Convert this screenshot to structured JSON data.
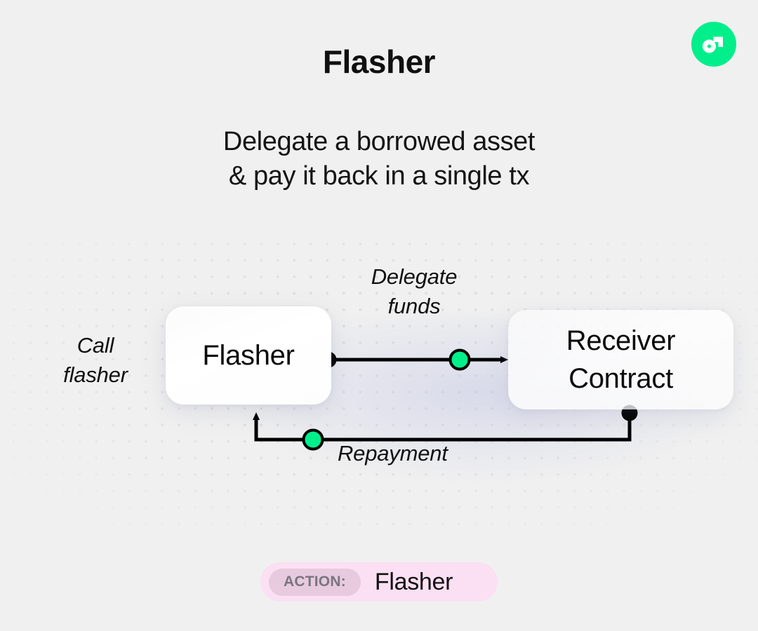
{
  "brand": {
    "logo_icon": "flow-logo-icon",
    "logo_color": "#00ef8b",
    "logo_mark_color": "#ffffff"
  },
  "header": {
    "title": "Flasher",
    "subtitle_lines": [
      "Delegate a borrowed asset",
      "& pay it back in a single tx"
    ]
  },
  "diagram": {
    "type": "flow",
    "background": "#f0f0f0",
    "accent_color": "#00ef8b",
    "line_color": "#000000",
    "nodes": [
      {
        "id": "flasher",
        "label": "Flasher"
      },
      {
        "id": "receiver",
        "label_lines": [
          "Receiver",
          "Contract"
        ]
      }
    ],
    "labels": {
      "call": {
        "lines": [
          "Call",
          "flasher"
        ]
      },
      "delegate": {
        "lines": [
          "Delegate",
          "funds"
        ]
      },
      "repayment": {
        "lines": [
          "Repayment"
        ]
      }
    }
  },
  "action": {
    "key": "ACTION:",
    "value": "Flasher",
    "badge_color": "#fbdff2",
    "key_chip_color": "#e7cade"
  }
}
